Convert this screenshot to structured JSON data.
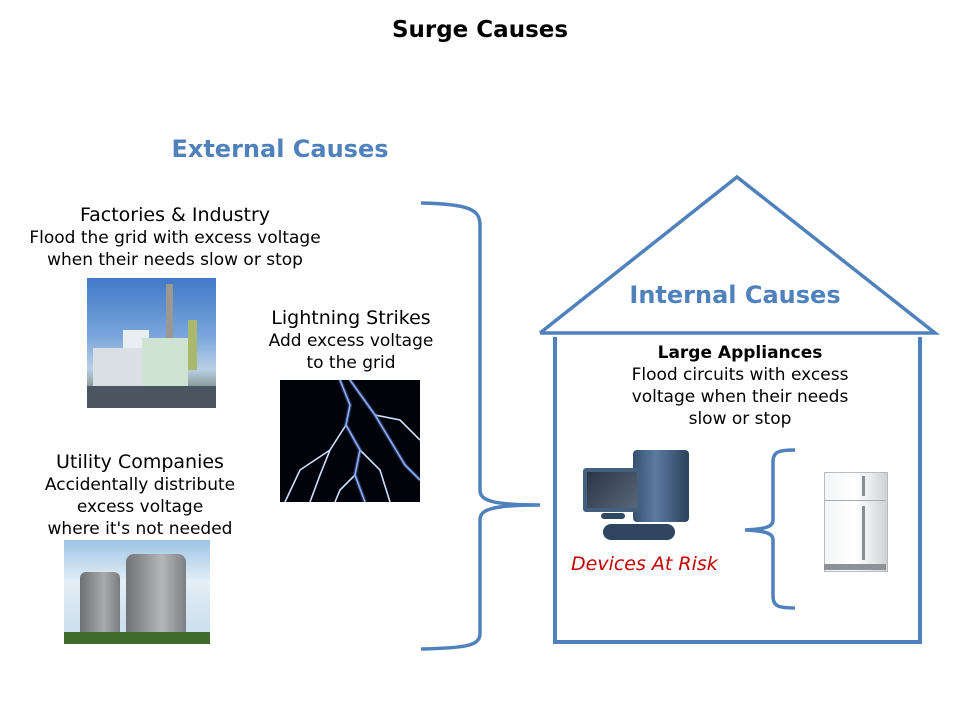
{
  "title": "Surge Causes",
  "external": {
    "heading": "External Causes",
    "items": [
      {
        "name": "Factories & Industry",
        "lines": [
          "Flood the grid with excess voltage",
          "when their needs slow or stop"
        ],
        "image": "power-plant-photo"
      },
      {
        "name": "Lightning Strikes",
        "lines": [
          "Add excess voltage",
          "to the grid"
        ],
        "image": "lightning-photo"
      },
      {
        "name": "Utility Companies",
        "lines": [
          "Accidentally distribute",
          "excess voltage",
          "where it's not needed"
        ],
        "image": "cooling-towers-photo"
      }
    ]
  },
  "internal": {
    "heading": "Internal Causes",
    "item": {
      "name": "Large Appliances",
      "lines": [
        "Flood circuits with excess",
        "voltage when their needs",
        "slow or stop"
      ],
      "image": "refrigerator-photo"
    },
    "devices_label": "Devices At Risk",
    "devices_image": "desktop-computer-photo"
  },
  "colors": {
    "accent": "#4f81bd",
    "risk": "#c00000",
    "text": "#000000"
  }
}
